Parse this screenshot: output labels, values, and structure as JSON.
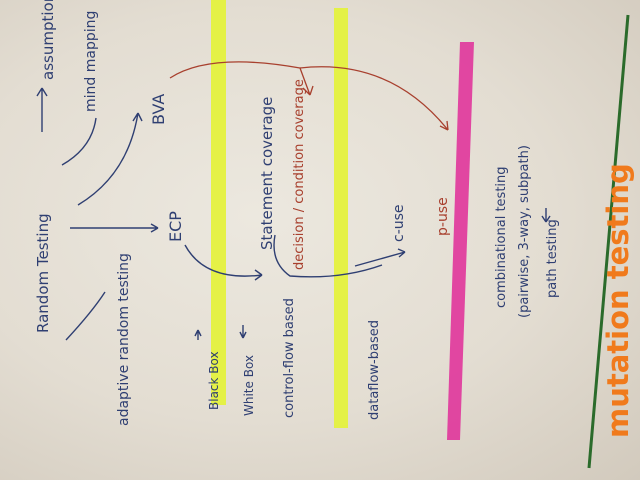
{
  "colors": {
    "paper": "#e6e1d7",
    "ink": "#2f3f72",
    "red_ink": "#a8402e",
    "yellow_highlighter": "#e4f23a",
    "pink_highlighter": "#e0359b",
    "green_marker": "#2b6b2b",
    "orange_marker": "#f07a1c"
  },
  "notes": {
    "random_testing": "Random Testing",
    "assumptions": "assumptions",
    "mind_mapping": "mind mapping",
    "bva": "BVA",
    "ecp": "ECP",
    "adaptive_random_testing": "adaptive random testing",
    "black_box": "Black Box",
    "white_box": "White Box",
    "control_flow_based": "control-flow based",
    "dataflow_based": "dataflow-based",
    "statement_coverage": "Statement coverage",
    "decision_condition_coverage": "decision / condition coverage",
    "c_use": "c-use",
    "p_use": "p-use",
    "combinational_testing": "combinational testing",
    "combinational_detail": "(pairwise, 3-way, subpath)",
    "path_testing": "path testing",
    "mutation_testing": "mutation testing"
  }
}
